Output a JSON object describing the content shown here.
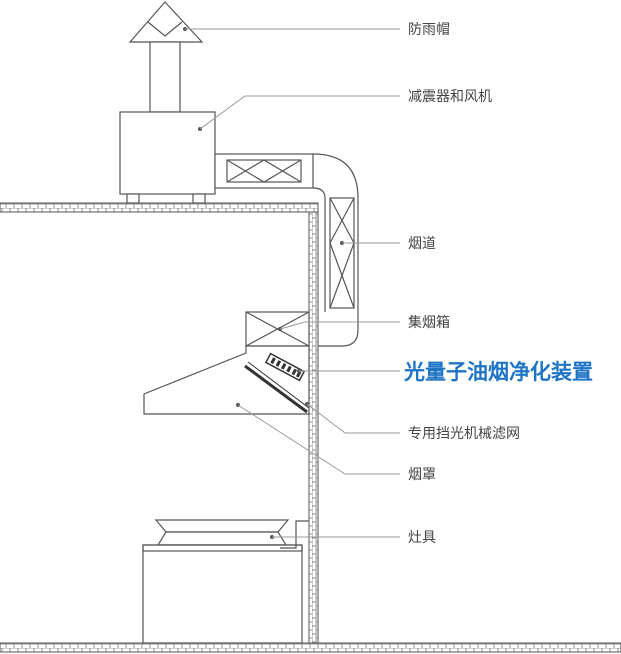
{
  "labels": {
    "rain_cap": "防雨帽",
    "fan_damper": "减震器和风机",
    "flue": "烟道",
    "collector_box": "集烟箱",
    "purifier": "光量子油烟净化装置",
    "filter_mesh": "专用挡光机械滤网",
    "hood": "烟罩",
    "stove": "灶具"
  },
  "colors": {
    "line": "#555555",
    "leader": "#999999",
    "highlight": "#1f74c6",
    "brick": "#777777",
    "filter": "#333333"
  }
}
